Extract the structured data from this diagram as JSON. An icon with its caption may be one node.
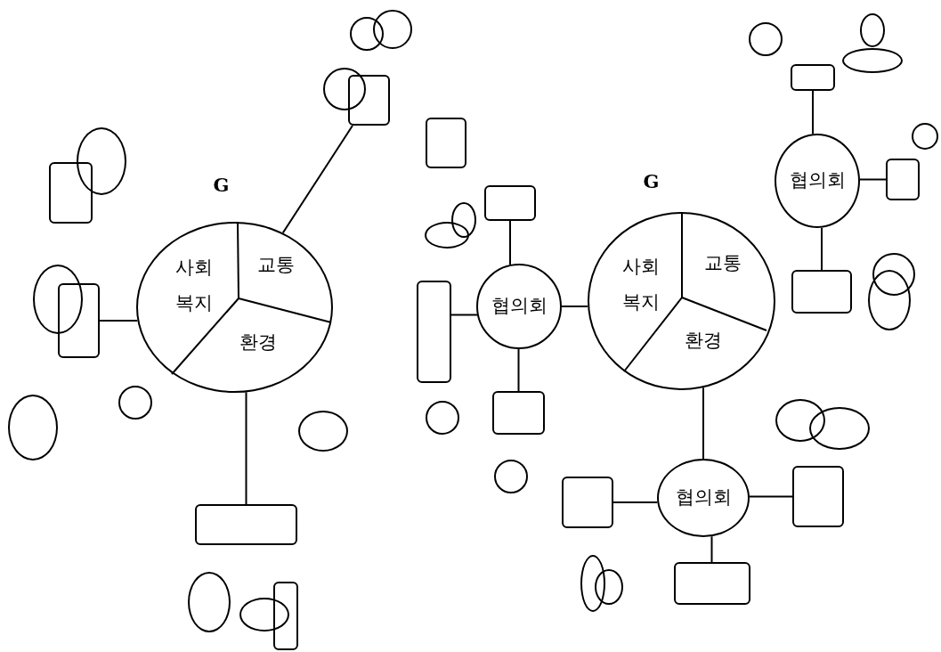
{
  "diagram": {
    "nodes": [
      {
        "text": [],
        "shape": "circle"
      },
      {
        "text": [],
        "shape": "circle"
      },
      {
        "text": [],
        "shape": "circle"
      },
      {
        "text": [],
        "shape": "ellipse"
      },
      {
        "text": [],
        "shape": "ellipse"
      },
      {
        "text": [],
        "shape": "box"
      },
      {
        "text": [],
        "shape": "box"
      },
      {
        "text": [],
        "shape": "circle"
      },
      {
        "text": [],
        "shape": "box"
      },
      {
        "text": [],
        "shape": "circle"
      },
      {
        "text": [],
        "shape": "ellipse"
      },
      {
        "text": [],
        "shape": "box"
      },
      {
        "text": [
          "협의회"
        ]
      },
      {
        "text": [],
        "shape": "box"
      },
      {
        "text": [
          "G",
          "사회 복지",
          "교통",
          "환경"
        ]
      },
      {
        "text": [
          "G",
          "사회 복지",
          "교통",
          "환경"
        ]
      },
      {
        "text": [],
        "shape": "box"
      },
      {
        "text": [],
        "shape": "ellipse"
      },
      {
        "text": [],
        "shape": "ellipse"
      },
      {
        "text": [
          "협의회"
        ]
      },
      {
        "text": [],
        "shape": "box"
      },
      {
        "text": [],
        "shape": "box"
      },
      {
        "text": [],
        "shape": "ellipse"
      },
      {
        "text": [],
        "shape": "box"
      },
      {
        "text": [],
        "shape": "circle"
      },
      {
        "text": [],
        "shape": "ellipse"
      },
      {
        "text": [],
        "shape": "box"
      },
      {
        "text": [],
        "shape": "circle"
      },
      {
        "text": [],
        "shape": "circle"
      },
      {
        "text": [],
        "shape": "ellipse"
      },
      {
        "text": [],
        "shape": "ellipse"
      },
      {
        "text": [],
        "shape": "ellipse"
      },
      {
        "text": [],
        "shape": "ellipse"
      },
      {
        "text": [
          "협의회"
        ]
      },
      {
        "text": [],
        "shape": "circle"
      },
      {
        "text": [],
        "shape": "box"
      },
      {
        "text": [],
        "shape": "box"
      },
      {
        "text": [],
        "shape": "box"
      },
      {
        "text": [],
        "shape": "box"
      },
      {
        "text": [],
        "shape": "ellipse"
      },
      {
        "text": [],
        "shape": "ellipse"
      },
      {
        "text": [],
        "shape": "ellipse"
      },
      {
        "text": [],
        "shape": "ellipse"
      },
      {
        "text": [],
        "shape": "box"
      }
    ],
    "edges": [
      {
        "from": 14,
        "to": 21,
        "arrow": "none"
      },
      {
        "from": 14,
        "to": 6,
        "arrow": "none"
      },
      {
        "from": 14,
        "to": 37,
        "arrow": "none"
      },
      {
        "from": 20,
        "to": 19,
        "arrow": "none"
      },
      {
        "from": 16,
        "to": 19,
        "arrow": "none"
      },
      {
        "from": 19,
        "to": 26,
        "arrow": "none"
      },
      {
        "from": 19,
        "to": 15,
        "arrow": "none"
      },
      {
        "from": 15,
        "to": 33,
        "arrow": "none"
      },
      {
        "from": 35,
        "to": 33,
        "arrow": "none"
      },
      {
        "from": 33,
        "to": 36,
        "arrow": "none"
      },
      {
        "from": 33,
        "to": 38,
        "arrow": "none"
      },
      {
        "from": 12,
        "to": 5,
        "arrow": "none"
      },
      {
        "from": 12,
        "to": 13,
        "arrow": "none"
      },
      {
        "from": 12,
        "to": 23,
        "arrow": "none"
      }
    ]
  }
}
